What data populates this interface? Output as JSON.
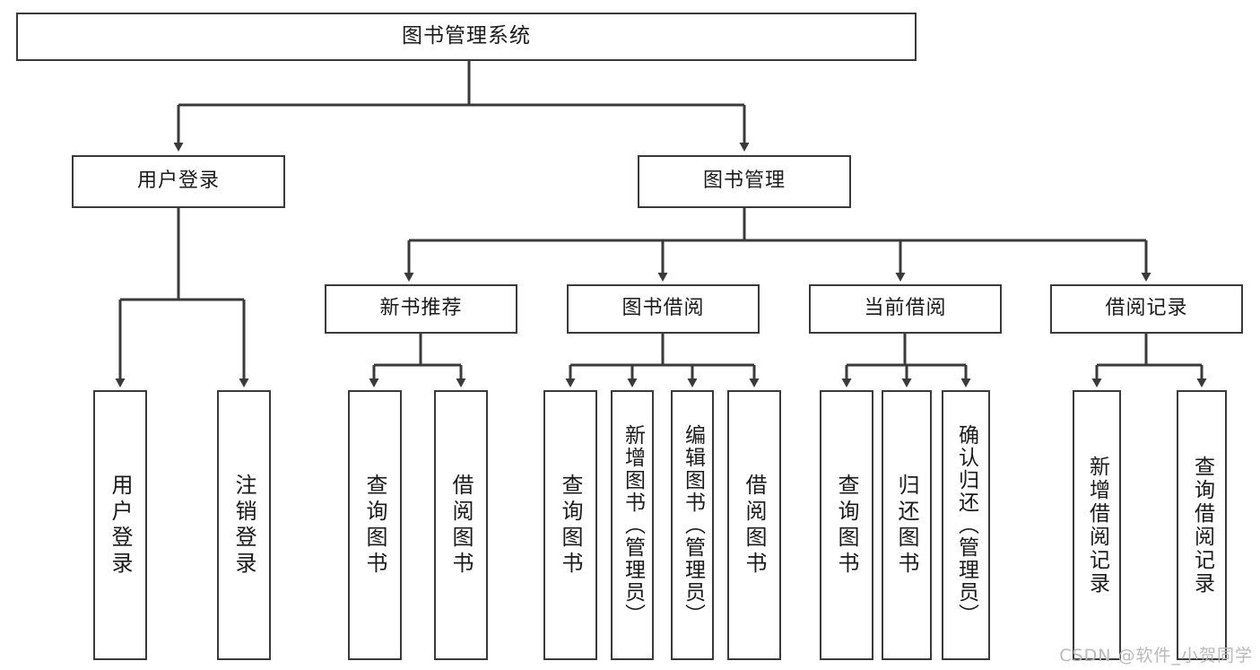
{
  "diagram": {
    "type": "tree-hierarchy-chart",
    "title": "图书管理系统",
    "stroke_color": "#3a3a3a",
    "background_color": "#ffffff",
    "text_color": "#1a1a1a"
  },
  "nodes": {
    "root": {
      "label": "图书管理系统",
      "level": 0
    },
    "level1": [
      {
        "id": "user-login",
        "label": "用户登录"
      },
      {
        "id": "book-manage",
        "label": "图书管理"
      }
    ],
    "level2": [
      {
        "id": "new-book-recommend",
        "label": "新书推荐"
      },
      {
        "id": "book-borrow",
        "label": "图书借阅"
      },
      {
        "id": "current-borrow",
        "label": "当前借阅"
      },
      {
        "id": "borrow-record",
        "label": "借阅记录"
      }
    ],
    "leaves": {
      "user_login": [
        {
          "id": "leaf-user-login",
          "label": "用户登录"
        },
        {
          "id": "leaf-logout-login",
          "label": "注销登录"
        }
      ],
      "new_book_recommend": [
        {
          "id": "leaf-query-book-1",
          "label": "查询图书"
        },
        {
          "id": "leaf-borrow-book-1",
          "label": "借阅图书"
        }
      ],
      "book_borrow": [
        {
          "id": "leaf-query-book-2",
          "label": "查询图书"
        },
        {
          "id": "leaf-add-book",
          "label": "新增图书（管理员）"
        },
        {
          "id": "leaf-edit-book",
          "label": "编辑图书（管理员）"
        },
        {
          "id": "leaf-borrow-book-2",
          "label": "借阅图书"
        }
      ],
      "current_borrow": [
        {
          "id": "leaf-query-book-3",
          "label": "查询图书"
        },
        {
          "id": "leaf-return-book",
          "label": "归还图书"
        },
        {
          "id": "leaf-confirm-return",
          "label": "确认归还（管理员）"
        }
      ],
      "borrow_record": [
        {
          "id": "leaf-add-record",
          "label": "新增借阅记录"
        },
        {
          "id": "leaf-query-record",
          "label": "查询借阅记录"
        }
      ]
    }
  },
  "watermark": {
    "text": "CSDN @软件_小贺同学"
  }
}
